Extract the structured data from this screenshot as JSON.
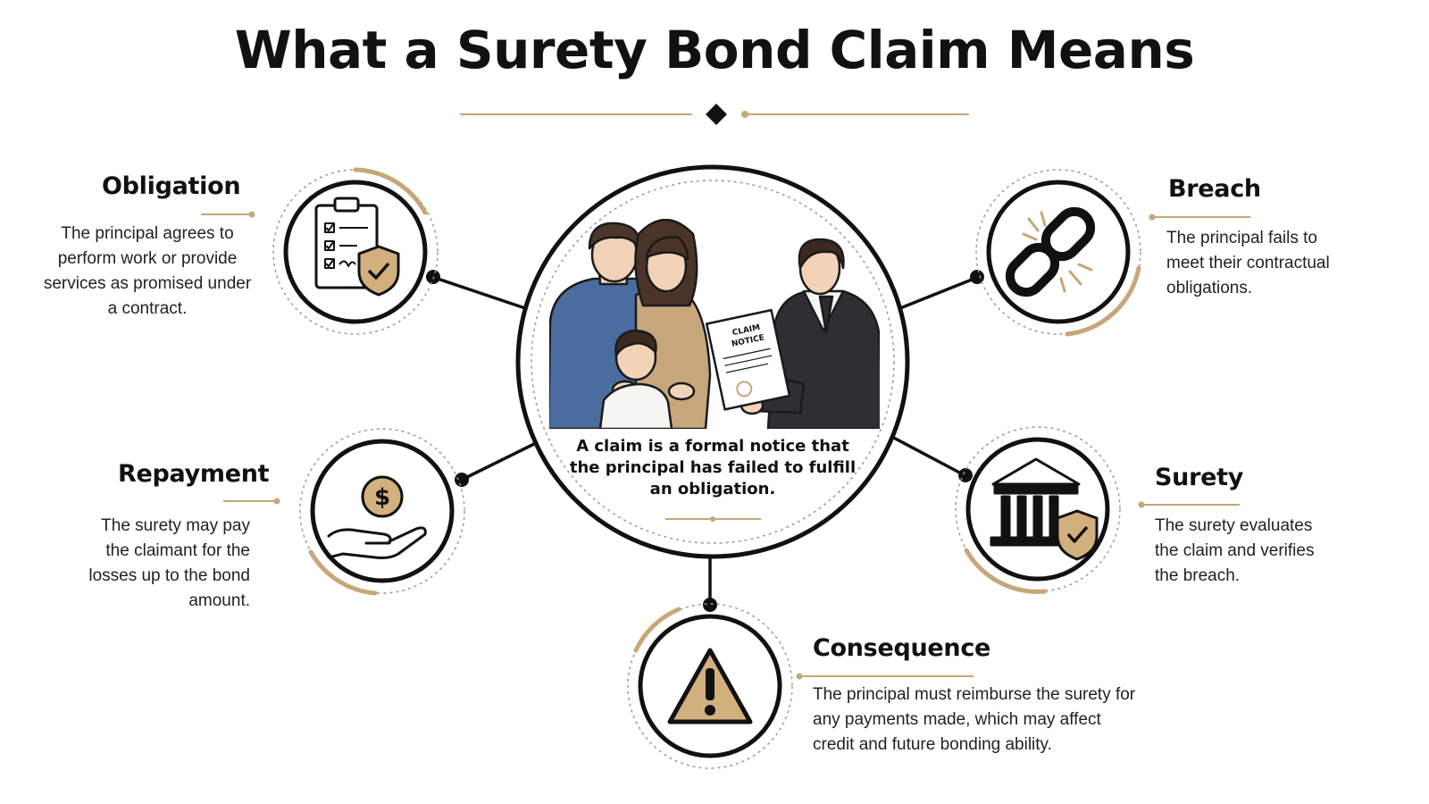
{
  "title": "What a Surety Bond Claim Means",
  "colors": {
    "accent": "#c7a677",
    "ink": "#111111",
    "gold_fill": "#d2b07e",
    "dashed": "#9a9a9a"
  },
  "center": {
    "caption": "A claim is a formal notice that the principal has failed to fulfill an obligation.",
    "document_label": "CLAIM NOTICE",
    "illustration": "family-receiving-claim-notice"
  },
  "nodes": {
    "obligation": {
      "heading": "Obligation",
      "icon": "clipboard-checklist-shield-icon",
      "text": "The principal agrees to perform work or provide services as promised under a contract."
    },
    "breach": {
      "heading": "Breach",
      "icon": "broken-chain-icon",
      "text": "The principal fails to meet their contractual obligations."
    },
    "repayment": {
      "heading": "Repayment",
      "icon": "hand-dollar-coin-icon",
      "text": "The surety may pay the claimant for the losses up to the bond amount."
    },
    "surety": {
      "heading": "Surety",
      "icon": "bank-shield-icon",
      "text": "The surety evaluates the claim and verifies the breach."
    },
    "consequence": {
      "heading": "Consequence",
      "icon": "warning-triangle-icon",
      "text": "The principal must reimburse the surety for any payments made, which may affect credit and future bonding ability."
    }
  }
}
